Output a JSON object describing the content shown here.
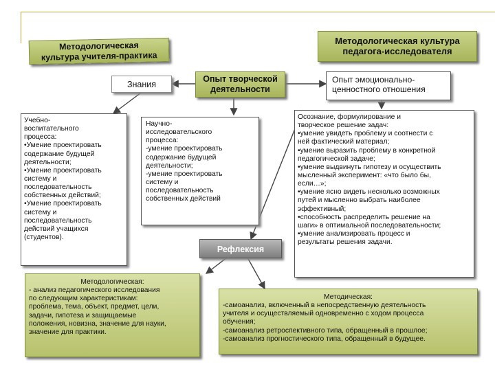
{
  "boxes": {
    "culture_practitioner": {
      "lines": [
        "Методологическая",
        "культура учителя-практика"
      ]
    },
    "culture_researcher": {
      "lines": [
        "Методологическая культура",
        "педагога-исследователя"
      ]
    },
    "knowledge": "Знания",
    "creative": {
      "lines": [
        "Опыт творческой",
        "деятельности"
      ]
    },
    "emotional": {
      "lines": [
        "Опыт эмоционально-",
        "ценностного отношения"
      ]
    },
    "educational": {
      "lines": [
        "Учебно-",
        "воспитательного",
        "процесса:",
        "•Умение проектировать",
        "содержание будущей",
        "деятельности;",
        "•Умение проектировать",
        "систему и",
        "последовательность",
        "собственных действий;",
        "•Умение проектировать",
        "систему и",
        "последовательность",
        "действий учащихся",
        "(студентов)."
      ]
    },
    "research": {
      "lines": [
        "Научно-",
        "исследовательского",
        "процесса:",
        "-умение проектировать",
        "содержание будущей",
        "деятельности;",
        "-умение проектировать",
        "систему и",
        "последовательность",
        "собственных действий"
      ]
    },
    "awareness": {
      "lines": [
        "Осознание, формулирование и",
        "творческое решение задач:",
        "•умение увидеть проблему и соотнести с",
        "ней фактический материал;",
        "•умение выразить проблему в конкретной",
        "педагогической задаче;",
        "•умение выдвинуть гипотезу и осуществить",
        "мысленный эксперимент: «что было бы,",
        "если…»;",
        "•умение ясно видеть несколько возможных",
        "путей и мысленно выбрать наиболее",
        "эффективный;",
        "•способность распределить решение на",
        "шаги» в оптимальной последовательности;",
        "•умение анализировать процесс и",
        "результаты решения задачи."
      ]
    },
    "reflection": "Рефлексия",
    "methodological": {
      "title": "Методологическая:",
      "lines": [
        "- анализ педагогического исследования",
        "по следующим характеристикам:",
        "проблема, тема, объект, предмет, цели,",
        "задачи, гипотеза и защищаемые",
        "положения, новизна, значение для науки,",
        "значение для практики."
      ]
    },
    "methodical": {
      "title": "Методическая:",
      "lines": [
        "-самоанализ, включенный в непосредственную деятельность",
        "учителя и осуществляемый одновременно с ходом процесса",
        "обучения;",
        "-самоанализ ретроспективного типа, обращенный в прошлое;",
        "-самоанализ прогностического типа, обращенный в будущее."
      ]
    }
  },
  "colors": {
    "frame": "#b8a23a",
    "olive": "#b3bf68",
    "gray": "#8a8a8a",
    "arrow": "#444444"
  }
}
